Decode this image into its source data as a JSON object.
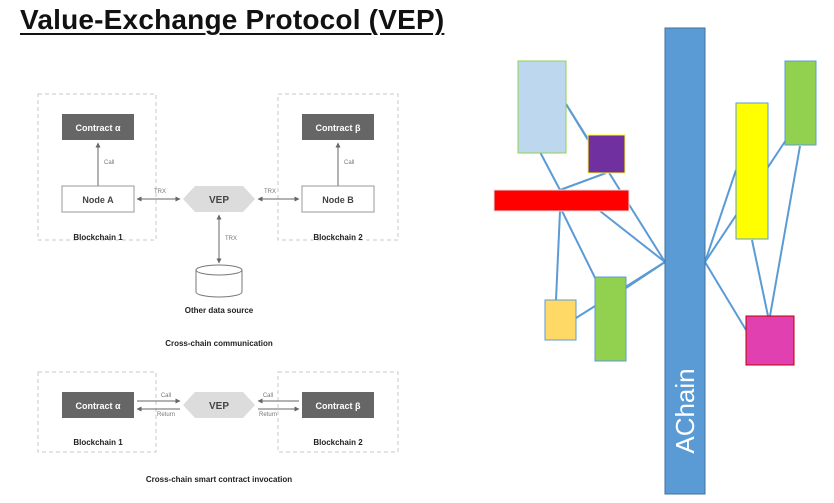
{
  "title": "Value-Exchange Protocol (VEP)",
  "left_diagram": {
    "top": {
      "contract_a": "Contract α",
      "contract_b": "Contract β",
      "node_a": "Node A",
      "node_b": "Node B",
      "vep": "VEP",
      "call_a": "Call",
      "call_b": "Call",
      "trx_left": "TRX",
      "trx_right": "TRX",
      "trx_down": "TRX",
      "blockchain_1": "Blockchain 1",
      "blockchain_2": "Blockchain 2",
      "data_source": "Other data source",
      "caption": "Cross-chain communication"
    },
    "bottom": {
      "contract_a": "Contract α",
      "contract_b": "Contract β",
      "vep": "VEP",
      "call_left": "Call",
      "return_left": "Return",
      "call_right": "Call",
      "return_right": "Return",
      "blockchain_1": "Blockchain 1",
      "blockchain_2": "Blockchain 2",
      "caption": "Cross-chain smart contract invocation"
    }
  },
  "right_diagram": {
    "main_chain_label": "AChain",
    "colors": {
      "main_chain": "#5b9bd5",
      "link": "#5b9bd5",
      "light_blue": "#bdd7ee",
      "purple": "#7030a0",
      "red": "#ff0000",
      "light_orange": "#ffd966",
      "green": "#92d050",
      "yellow": "#ffff00",
      "magenta": "#e040b0"
    }
  }
}
